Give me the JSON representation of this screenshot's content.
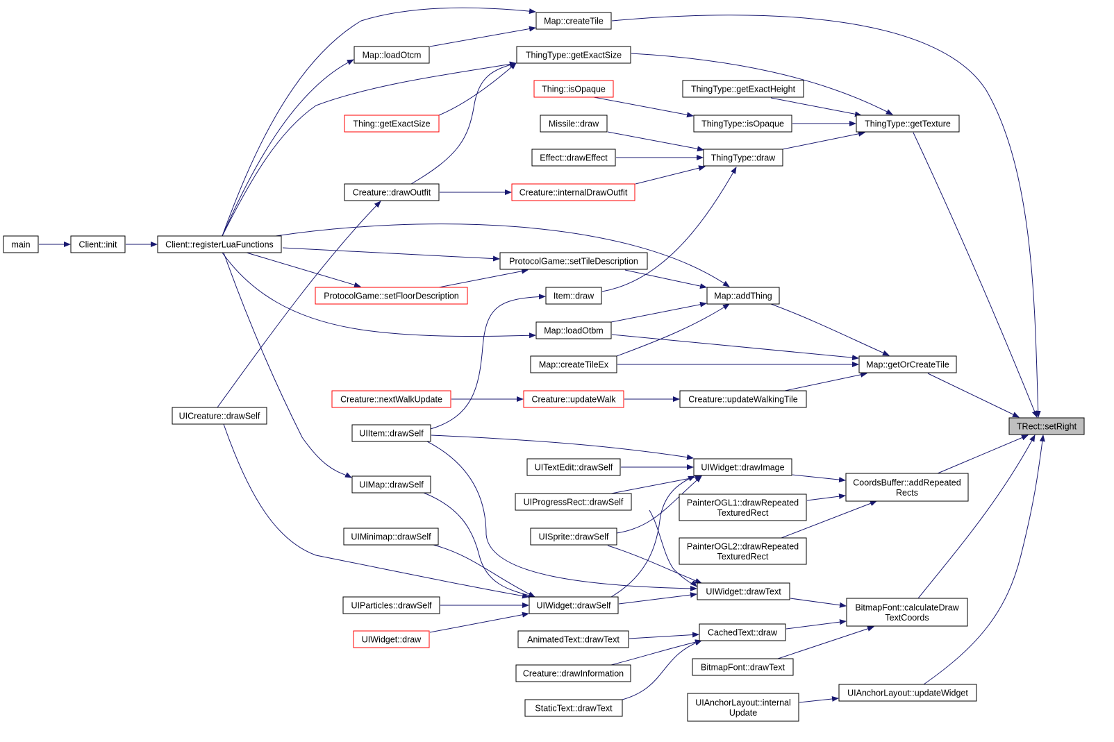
{
  "graph": {
    "edge_color": "#191970",
    "highlight_border_color": "#ff0000",
    "root_fill": "#bfbfbf",
    "nodes": {
      "main": {
        "label": [
          "main"
        ]
      },
      "client_init": {
        "label": [
          "Client::init"
        ]
      },
      "client_reg": {
        "label": [
          "Client::registerLuaFunctions"
        ]
      },
      "map_createTile": {
        "label": [
          "Map::createTile"
        ]
      },
      "map_loadOtcm": {
        "label": [
          "Map::loadOtcm"
        ]
      },
      "tt_getExactSize": {
        "label": [
          "ThingType::getExactSize"
        ]
      },
      "thing_isOpaque": {
        "label": [
          "Thing::isOpaque"
        ],
        "red": true
      },
      "tt_getExactHeight": {
        "label": [
          "ThingType::getExactHeight"
        ]
      },
      "thing_getExactSize": {
        "label": [
          "Thing::getExactSize"
        ],
        "red": true
      },
      "tt_isOpaque": {
        "label": [
          "ThingType::isOpaque"
        ]
      },
      "tt_getTexture": {
        "label": [
          "ThingType::getTexture"
        ]
      },
      "missile_draw": {
        "label": [
          "Missile::draw"
        ]
      },
      "effect_drawEffect": {
        "label": [
          "Effect::drawEffect"
        ]
      },
      "tt_draw": {
        "label": [
          "ThingType::draw"
        ]
      },
      "creature_drawOutfit": {
        "label": [
          "Creature::drawOutfit"
        ]
      },
      "creature_internalDrawOutfit": {
        "label": [
          "Creature::internalDrawOutfit"
        ],
        "red": true
      },
      "pg_setTileDescription": {
        "label": [
          "ProtocolGame::setTileDescription"
        ]
      },
      "pg_setFloorDescription": {
        "label": [
          "ProtocolGame::setFloorDescription"
        ],
        "red": true
      },
      "item_draw": {
        "label": [
          "Item::draw"
        ]
      },
      "map_addThing": {
        "label": [
          "Map::addThing"
        ]
      },
      "map_loadOtbm": {
        "label": [
          "Map::loadOtbm"
        ]
      },
      "map_createTileEx": {
        "label": [
          "Map::createTileEx"
        ]
      },
      "map_getOrCreateTile": {
        "label": [
          "Map::getOrCreateTile"
        ]
      },
      "creature_nextWalkUpdate": {
        "label": [
          "Creature::nextWalkUpdate"
        ],
        "red": true
      },
      "creature_updateWalk": {
        "label": [
          "Creature::updateWalk"
        ],
        "red": true
      },
      "creature_updateWalkingTile": {
        "label": [
          "Creature::updateWalkingTile"
        ]
      },
      "uicreature_drawSelf": {
        "label": [
          "UICreature::drawSelf"
        ]
      },
      "trect_setRight": {
        "label": [
          "TRect::setRight"
        ],
        "root": true
      },
      "uiitem_drawSelf": {
        "label": [
          "UIItem::drawSelf"
        ]
      },
      "uiwidget_drawImage": {
        "label": [
          "UIWidget::drawImage"
        ]
      },
      "uitextedit_drawSelf": {
        "label": [
          "UITextEdit::drawSelf"
        ]
      },
      "coordsbuffer_addRepeatedRects": {
        "label": [
          "CoordsBuffer::addRepeated",
          "Rects"
        ]
      },
      "uimap_drawSelf": {
        "label": [
          "UIMap::drawSelf"
        ]
      },
      "uiprogressrect_drawSelf": {
        "label": [
          "UIProgressRect::drawSelf"
        ]
      },
      "painterogl1": {
        "label": [
          "PainterOGL1::drawRepeated",
          "TexturedRect"
        ]
      },
      "uiminimap_drawSelf": {
        "label": [
          "UIMinimap::drawSelf"
        ]
      },
      "uisprite_drawSelf": {
        "label": [
          "UISprite::drawSelf"
        ]
      },
      "painterogl2": {
        "label": [
          "PainterOGL2::drawRepeated",
          "TexturedRect"
        ]
      },
      "uiwidget_drawText": {
        "label": [
          "UIWidget::drawText"
        ]
      },
      "uiparticles_drawSelf": {
        "label": [
          "UIParticles::drawSelf"
        ]
      },
      "uiwidget_drawSelf": {
        "label": [
          "UIWidget::drawSelf"
        ]
      },
      "bitmapfont_calc": {
        "label": [
          "BitmapFont::calculateDraw",
          "TextCoords"
        ]
      },
      "uiwidget_draw": {
        "label": [
          "UIWidget::draw"
        ],
        "red": true
      },
      "animatedtext_drawText": {
        "label": [
          "AnimatedText::drawText"
        ]
      },
      "cachedtext_draw": {
        "label": [
          "CachedText::draw"
        ]
      },
      "creature_drawInformation": {
        "label": [
          "Creature::drawInformation"
        ]
      },
      "bitmapfont_drawText": {
        "label": [
          "BitmapFont::drawText"
        ]
      },
      "uianchorlayout_updateWidget": {
        "label": [
          "UIAnchorLayout::updateWidget"
        ]
      },
      "uianchorlayout_internalUpdate": {
        "label": [
          "UIAnchorLayout::internal",
          "Update"
        ]
      },
      "statictext_drawText": {
        "label": [
          "StaticText::drawText"
        ]
      }
    }
  }
}
